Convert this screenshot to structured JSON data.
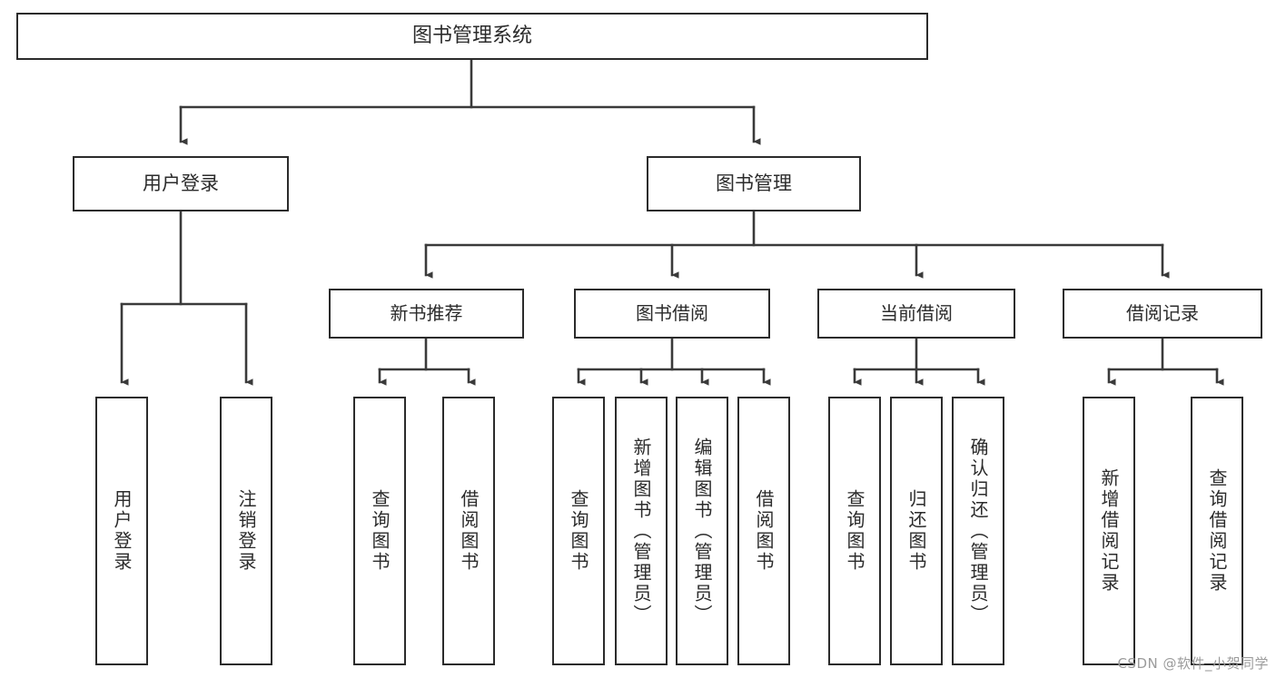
{
  "diagram": {
    "title": "图书管理系统",
    "type": "hierarchy-tree",
    "colors": {
      "box_border": "#2b2b2b",
      "box_fill": "#ffffff",
      "connector": "#3a3a3a",
      "text": "#2b2b2b",
      "watermark": "#9b9b9b"
    },
    "watermark": "CSDN @软件_小贺同学",
    "levels": {
      "root": {
        "label": "图书管理系统"
      },
      "level2": [
        {
          "id": "user-login",
          "label": "用户登录"
        },
        {
          "id": "book-management",
          "label": "图书管理"
        }
      ],
      "level3": [
        {
          "id": "new-book-recommend",
          "label": "新书推荐"
        },
        {
          "id": "book-borrow",
          "label": "图书借阅"
        },
        {
          "id": "current-borrow",
          "label": "当前借阅"
        },
        {
          "id": "borrow-record",
          "label": "借阅记录"
        }
      ],
      "leaves": {
        "user_login": [
          {
            "id": "leaf-user-login",
            "label": "用户登录"
          },
          {
            "id": "leaf-logout-login",
            "label": "注销登录"
          }
        ],
        "new_book_recommend": [
          {
            "id": "leaf-query-book-1",
            "label": "查询图书"
          },
          {
            "id": "leaf-borrow-book-1",
            "label": "借阅图书"
          }
        ],
        "book_borrow": [
          {
            "id": "leaf-query-book-2",
            "label": "查询图书"
          },
          {
            "id": "leaf-add-book",
            "label": "新增图书（管理员）"
          },
          {
            "id": "leaf-edit-book",
            "label": "编辑图书（管理员）"
          },
          {
            "id": "leaf-borrow-book-2",
            "label": "借阅图书"
          }
        ],
        "current_borrow": [
          {
            "id": "leaf-query-book-3",
            "label": "查询图书"
          },
          {
            "id": "leaf-return-book",
            "label": "归还图书"
          },
          {
            "id": "leaf-confirm-return",
            "label": "确认归还（管理员）"
          }
        ],
        "borrow_record": [
          {
            "id": "leaf-add-record",
            "label": "新增借阅记录"
          },
          {
            "id": "leaf-query-record",
            "label": "查询借阅记录"
          }
        ]
      }
    }
  }
}
